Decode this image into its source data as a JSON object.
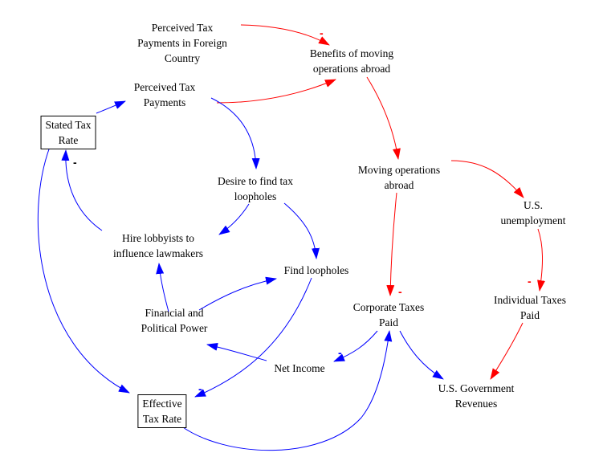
{
  "diagram": {
    "type": "causal-loop",
    "colors": {
      "blue": "#0000ff",
      "red": "#ff0000",
      "black": "#000000"
    },
    "nodes": [
      {
        "id": "perceived_tax_foreign",
        "lines": [
          "Perceived Tax",
          "Payments in Foreign",
          "Country"
        ],
        "boxed": false
      },
      {
        "id": "benefits_moving",
        "lines": [
          "Benefits of moving",
          "operations abroad"
        ],
        "boxed": false
      },
      {
        "id": "perceived_tax",
        "lines": [
          "Perceived Tax",
          "Payments"
        ],
        "boxed": false
      },
      {
        "id": "stated_tax_rate",
        "lines": [
          "Stated Tax",
          "Rate"
        ],
        "boxed": true
      },
      {
        "id": "desire_loopholes",
        "lines": [
          "Desire to find tax",
          "loopholes"
        ],
        "boxed": false
      },
      {
        "id": "moving_ops",
        "lines": [
          "Moving operations",
          "abroad"
        ],
        "boxed": false
      },
      {
        "id": "us_unemployment",
        "lines": [
          "U.S.",
          "unemployment"
        ],
        "boxed": false
      },
      {
        "id": "hire_lobbyists",
        "lines": [
          "Hire lobbyists to",
          "influence lawmakers"
        ],
        "boxed": false
      },
      {
        "id": "find_loopholes",
        "lines": [
          "Find loopholes"
        ],
        "boxed": false
      },
      {
        "id": "financial_power",
        "lines": [
          "Financial and",
          "Political Power"
        ],
        "boxed": false
      },
      {
        "id": "corporate_taxes",
        "lines": [
          "Corporate Taxes",
          "Paid"
        ],
        "boxed": false
      },
      {
        "id": "individual_taxes",
        "lines": [
          "Individual Taxes",
          "Paid"
        ],
        "boxed": false
      },
      {
        "id": "net_income",
        "lines": [
          "Net Income"
        ],
        "boxed": false
      },
      {
        "id": "effective_tax_rate",
        "lines": [
          "Effective",
          "Tax Rate"
        ],
        "boxed": true
      },
      {
        "id": "us_gov_revenues",
        "lines": [
          "U.S. Government",
          "Revenues"
        ],
        "boxed": false
      }
    ],
    "links": [
      {
        "from": "perceived_tax_foreign",
        "to": "benefits_moving",
        "color": "red",
        "polarity": "-"
      },
      {
        "from": "perceived_tax",
        "to": "benefits_moving",
        "color": "red",
        "polarity": ""
      },
      {
        "from": "benefits_moving",
        "to": "moving_ops",
        "color": "red",
        "polarity": ""
      },
      {
        "from": "moving_ops",
        "to": "us_unemployment",
        "color": "red",
        "polarity": ""
      },
      {
        "from": "moving_ops",
        "to": "corporate_taxes",
        "color": "red",
        "polarity": "-"
      },
      {
        "from": "us_unemployment",
        "to": "individual_taxes",
        "color": "red",
        "polarity": "-"
      },
      {
        "from": "individual_taxes",
        "to": "us_gov_revenues",
        "color": "red",
        "polarity": ""
      },
      {
        "from": "stated_tax_rate",
        "to": "perceived_tax",
        "color": "blue",
        "polarity": ""
      },
      {
        "from": "perceived_tax",
        "to": "desire_loopholes",
        "color": "blue",
        "polarity": ""
      },
      {
        "from": "desire_loopholes",
        "to": "hire_lobbyists",
        "color": "blue",
        "polarity": ""
      },
      {
        "from": "desire_loopholes",
        "to": "find_loopholes",
        "color": "blue",
        "polarity": ""
      },
      {
        "from": "hire_lobbyists",
        "to": "stated_tax_rate",
        "color": "blue",
        "polarity": "-"
      },
      {
        "from": "stated_tax_rate",
        "to": "effective_tax_rate",
        "color": "blue",
        "polarity": ""
      },
      {
        "from": "financial_power",
        "to": "hire_lobbyists",
        "color": "blue",
        "polarity": ""
      },
      {
        "from": "financial_power",
        "to": "find_loopholes",
        "color": "blue",
        "polarity": ""
      },
      {
        "from": "find_loopholes",
        "to": "effective_tax_rate",
        "color": "blue",
        "polarity": "-"
      },
      {
        "from": "net_income",
        "to": "financial_power",
        "color": "blue",
        "polarity": ""
      },
      {
        "from": "corporate_taxes",
        "to": "net_income",
        "color": "blue",
        "polarity": "-"
      },
      {
        "from": "corporate_taxes",
        "to": "us_gov_revenues",
        "color": "blue",
        "polarity": ""
      },
      {
        "from": "effective_tax_rate",
        "to": "corporate_taxes",
        "color": "blue",
        "polarity": ""
      }
    ]
  }
}
